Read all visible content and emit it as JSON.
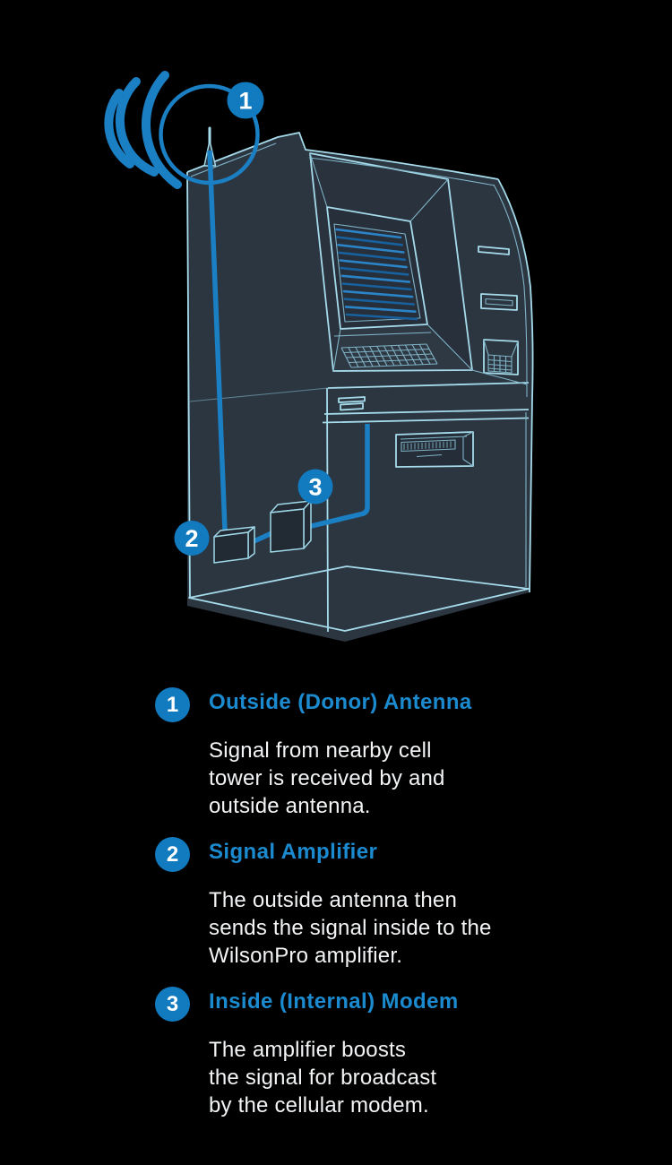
{
  "colors": {
    "background": "#000000",
    "accent_blue": "#1b7fc4",
    "badge_blue": "#127abf",
    "title_blue": "#1b8ace",
    "outline_cyan": "#a5dbeb",
    "dim_cyan": "#7fb3c6",
    "machine_fill": "#2c3640",
    "body_text": "#f2f4f6",
    "screen_line_bright": "#2b84c8",
    "screen_line_dark": "#17619e"
  },
  "diagram": {
    "icons": [
      "signal-waves-icon",
      "antenna-icon",
      "antenna-ring",
      "atm-machine-illustration",
      "signal-cable",
      "amplifier-box",
      "modem-box"
    ],
    "callouts": [
      {
        "number": "1"
      },
      {
        "number": "2"
      },
      {
        "number": "3"
      }
    ]
  },
  "legend": {
    "items": [
      {
        "number": "1",
        "title": "Outside (Donor) Antenna",
        "description": "Signal from nearby cell\ntower is received by and\noutside antenna."
      },
      {
        "number": "2",
        "title": "Signal Amplifier",
        "description": "The outside antenna then\nsends the signal inside to the\nWilsonPro amplifier."
      },
      {
        "number": "3",
        "title": "Inside (Internal) Modem",
        "description": "The amplifier boosts\nthe signal for broadcast\nby the cellular modem."
      }
    ]
  }
}
